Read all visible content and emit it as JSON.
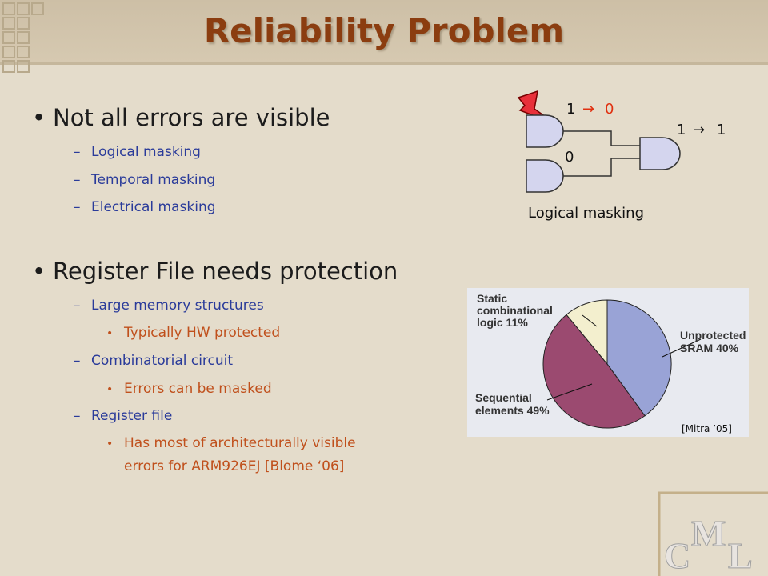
{
  "title": "Reliability Problem",
  "bullets": [
    {
      "text": "Not all errors are visible",
      "subs": [
        "Logical masking",
        "Temporal masking",
        "Electrical masking"
      ]
    },
    {
      "text": "Register File needs protection",
      "subs": [
        {
          "text": "Large memory structures",
          "detail": "Typically HW protected"
        },
        {
          "text": "Combinatorial circuit",
          "detail": "Errors can be masked"
        },
        {
          "text": "Register file",
          "detail_line1": "Has most of architecturally visible",
          "detail_line2": "errors for ARM926EJ [Blome ‘06]"
        }
      ]
    }
  ],
  "circuit": {
    "input_a_from": "1",
    "arrow": "→",
    "input_a_to": "0",
    "input_b": "0",
    "output_from": "1",
    "output_to": "1",
    "caption": "Logical masking",
    "bolt_icon": "lightning-bolt-icon",
    "colors": {
      "gate": "#d4d5ee",
      "flip": "#e03010",
      "bolt": "#e8303a"
    }
  },
  "pie": {
    "slices": [
      {
        "label_line1": "Unprotected",
        "label_line2": "SRAM 40%",
        "value": 40,
        "color": "#99a3d6"
      },
      {
        "label_line1": "Sequential",
        "label_line2": "elements 49%",
        "value": 49,
        "color": "#9b4a70"
      },
      {
        "label_line1": "Static",
        "label_line2": "combinational",
        "label_line3": "logic 11%",
        "value": 11,
        "color": "#f3efce"
      }
    ],
    "citation": "[Mitra ’05]"
  },
  "logo": {
    "c": "C",
    "m": "M",
    "l": "L"
  },
  "colors": {
    "title": "#8b3d10",
    "sub": "#2a3b9a",
    "subsub": "#c0501c",
    "background": "#e4dccb"
  }
}
